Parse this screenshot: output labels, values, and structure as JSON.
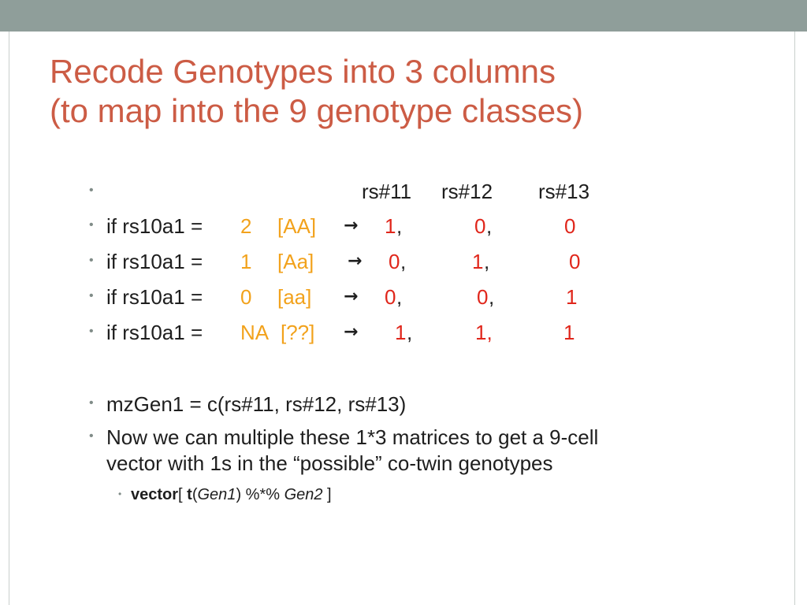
{
  "slide": {
    "title_line1": "Recode Genotypes into 3 columns",
    "title_line2": "(to map into the 9 genotype classes)",
    "header_row": {
      "c1": "rs#11",
      "c2": "rs#12",
      "c3": "rs#13"
    },
    "rows": [
      {
        "prefix": "if rs10a1 = ",
        "code": "2",
        "label": "[AA]",
        "arrow": "→",
        "v1": "1",
        "s1": ",",
        "v2": "0",
        "s2": ",",
        "v3": "0"
      },
      {
        "prefix": "if rs10a1 = ",
        "code": "1",
        "label": "[Aa]",
        "arrow": "→",
        "v1": "0",
        "s1": ",",
        "v2": "1",
        "s2": ",",
        "v3": "0"
      },
      {
        "prefix": "if rs10a1 = ",
        "code": "0",
        "label": "[aa]",
        "arrow": "→",
        "v1": "0",
        "s1": ",",
        "v2": "0",
        "s2": ",",
        "v3": "1"
      },
      {
        "prefix": "if rs10a1 = ",
        "code": "NA",
        "label": "[??]",
        "arrow": "→",
        "v1": "1",
        "s1": ",",
        "v2": "1,",
        "s2": "",
        "v3": "1"
      }
    ],
    "mzgen": "mzGen1 = c(rs#11, rs#12, rs#13)",
    "multiply_line1": "Now we can multiple these 1*3 matrices to get a 9-cell",
    "multiply_line2": "vector with 1s in the “possible” co-twin genotypes",
    "formula": {
      "a": "vector",
      "b": "[ ",
      "c": "t",
      "d": "(",
      "e": "Gen1",
      "f": ") %*% ",
      "g": "Gen2",
      "h": " ]"
    },
    "bullet_glyph": "•"
  }
}
